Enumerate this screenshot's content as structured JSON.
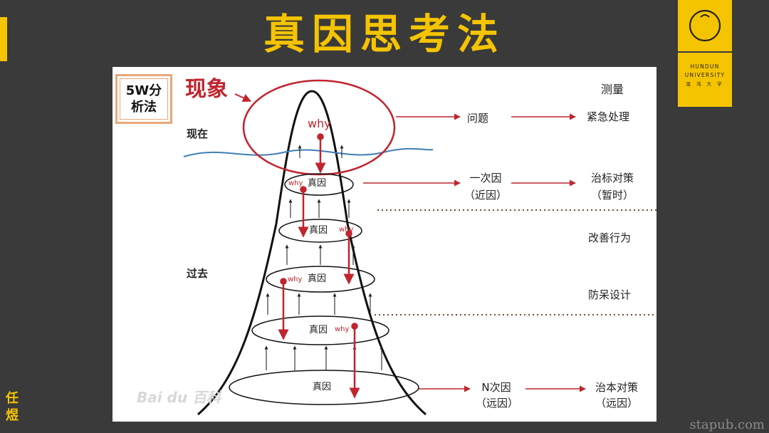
{
  "slide": {
    "title": "真因思考法",
    "side_name": "任煜",
    "watermark": "stapub.com"
  },
  "logo": {
    "line1": "HUNDUN",
    "line2": "UNIVERSITY",
    "line3": "混 沌 大 学"
  },
  "diagram": {
    "method_box": {
      "line1": "5W分",
      "line2": "析法"
    },
    "phenomenon_label": "现象",
    "now_label": "现在",
    "past_label": "过去",
    "measure_header": "测量",
    "top_why": "why",
    "layers": [
      {
        "cause": "真因",
        "why": "why"
      },
      {
        "cause": "真因",
        "why": "why"
      },
      {
        "cause": "真因",
        "why": "why"
      },
      {
        "cause": "真因",
        "why": "why"
      },
      {
        "cause": "真因"
      }
    ],
    "problem": "问题",
    "emergency": "紧急处理",
    "primary_cause": "一次因",
    "primary_cause_sub": "（近因）",
    "symptomatic": "治标对策",
    "symptomatic_sub": "（暂时）",
    "improve": "改善行为",
    "foolproof": "防呆设计",
    "nth_cause": "N次因",
    "nth_cause_sub": "（远因）",
    "radical": "治本对策",
    "radical_sub": "（远因）",
    "image_watermark": "Bai du 百科"
  },
  "colors": {
    "background": "#3a3a3a",
    "accent": "#f5c400",
    "red": "#c0242e",
    "water": "#3f7fb8"
  }
}
